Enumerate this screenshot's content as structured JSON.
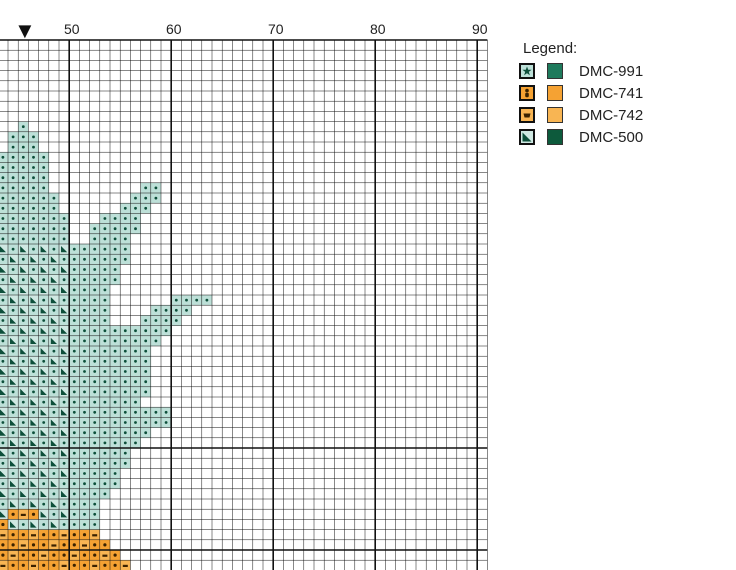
{
  "ruler": {
    "marker": "▼",
    "labels": [
      "50",
      "60",
      "70",
      "80",
      "90"
    ]
  },
  "legend": {
    "title": "Legend:",
    "items": [
      {
        "label": "DMC-991",
        "color": "#1e7a5c",
        "symbol_bg": "#bde0d8",
        "icon": "star-icon"
      },
      {
        "label": "DMC-741",
        "color": "#f5a233",
        "symbol_bg": "#f5a233",
        "icon": "figure-icon"
      },
      {
        "label": "DMC-742",
        "color": "#f8b553",
        "symbol_bg": "#f8b553",
        "icon": "cup-icon"
      },
      {
        "label": "DMC-500",
        "color": "#0d5a3c",
        "symbol_bg": "#cfe8e2",
        "icon": "triangle-icon"
      }
    ]
  },
  "pattern": {
    "columns_visible": [
      43,
      90
    ],
    "stitch_colors": {
      "s": "#bde0d8",
      "t": "#cfe8e2",
      "o": "#f5a233",
      "c": "#f8b553"
    }
  }
}
